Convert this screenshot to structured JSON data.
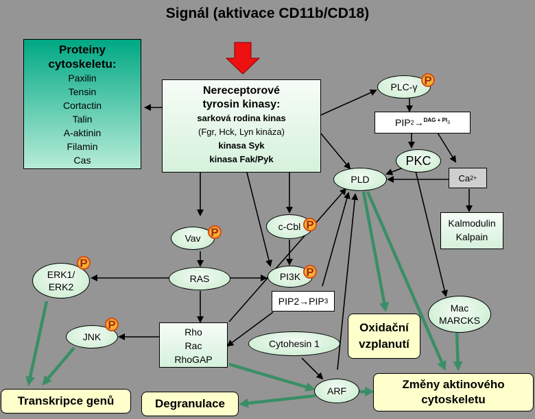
{
  "title": "Signál (aktivace CD11b/CD18)",
  "proteins": {
    "heading": [
      "Proteiny",
      "cytoskeletu:"
    ],
    "items": [
      "Paxilin",
      "Tensin",
      "Cortactin",
      "Talin",
      "A-aktinin",
      "Filamin",
      "Cas"
    ]
  },
  "kinases": {
    "heading": [
      "Nereceptorové",
      "tyrosin kinasy:"
    ],
    "sarc": "sarková  rodina kinas",
    "sarc_detail": "(Fgr, Hck, Lyn kináza)",
    "syk": "kinasa Syk",
    "fak": "kinasa Fak/Pyk"
  },
  "nodes": {
    "plc_main": "PLC-",
    "plc_sym": "γ",
    "pip2": "PIP",
    "pip2_sub": "2",
    "pip2_arrow": " → ",
    "pip2_products": "DAG + PI",
    "pip2_products_sub": "3",
    "pkc": "PKC",
    "ca_main": "Ca",
    "ca_sup": "2+",
    "pld": "PLD",
    "kalmodulin": "Kalmodulin",
    "kalpain": "Kalpain",
    "vav": "Vav",
    "ccbl": "c-Cbl",
    "erk1": "ERK1/",
    "erk2": "ERK2",
    "ras": "RAS",
    "pi3k": "PI3K",
    "pip2pip3_a": "PIP2",
    "pip2pip3_arrow": "→",
    "pip2pip3_b": "PIP",
    "pip2pip3_b_sub": "3",
    "mac": "Mac",
    "marcks": "MARCKS",
    "jnk": "JNK",
    "rho": "Rho",
    "rac": "Rac",
    "rhogap": "RhoGAP",
    "cytohesin": "Cytohesin 1",
    "arf": "ARF"
  },
  "outcomes": {
    "oxid_1": "Oxidační",
    "oxid_2": "vzplanutí",
    "transkripce": "Transkripce genů",
    "degranulace": "Degranulace",
    "zmeny_1": "Změny aktinového",
    "zmeny_2": "cytoskeletu"
  },
  "badge_letter": "P",
  "colors": {
    "background": "#959595",
    "green_arrow": "#3a8e66",
    "signal_arrow": "#ee1111",
    "outcome_fill": "#ffffcc",
    "badge": "#f6b233"
  }
}
